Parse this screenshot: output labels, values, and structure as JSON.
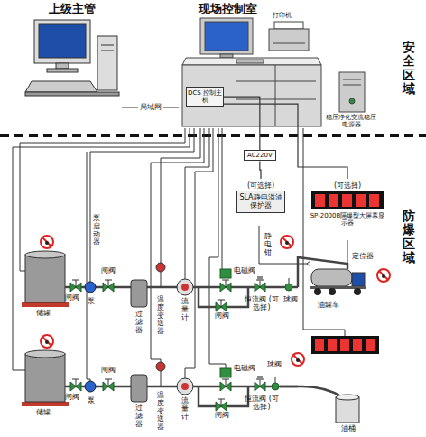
{
  "diagram": {
    "nodes": [
      {
        "text": [
          "上级主管"
        ]
      },
      {
        "text": [
          "现场控制室"
        ]
      },
      {
        "text": [
          "DCS 控制主机"
        ],
        "in": 1
      },
      {
        "text": [
          "稳压净化交流稳压电源器"
        ]
      },
      {
        "text": [
          "AC220V"
        ]
      },
      {
        "text": [
          "(可选择)",
          "SLA静电溢油保护器"
        ]
      },
      {
        "text": [
          "(可选择)",
          "SP-2000B隔爆型大屏幕显示器"
        ]
      }
    ],
    "edges": [
      {
        "from": 0,
        "to": 1,
        "arrow": "none",
        "label": "局域网"
      },
      {
        "from": 2,
        "to": 4,
        "arrow": "none"
      },
      {
        "from": 4,
        "to": 5,
        "arrow": "none"
      },
      {
        "from": 2,
        "to": 6,
        "arrow": "none"
      }
    ],
    "labels": [
      "打印机",
      "安全区域",
      "防爆区域",
      "泵启动器",
      "静电钳",
      "定位器",
      "油罐车",
      "储罐",
      "闸阀",
      "泵",
      "闸阀",
      "过滤器",
      "温度变送器",
      "流量计",
      "闸阀",
      "电磁阀",
      "恒流阀 (可选择)",
      "球阀",
      "储罐",
      "闸阀",
      "泵",
      "闸阀",
      "过滤器",
      "温度变送器",
      "流量计",
      "闸阀",
      "电磁阀",
      "恒流阀 (可选择)",
      "球阀",
      "油桶"
    ]
  }
}
